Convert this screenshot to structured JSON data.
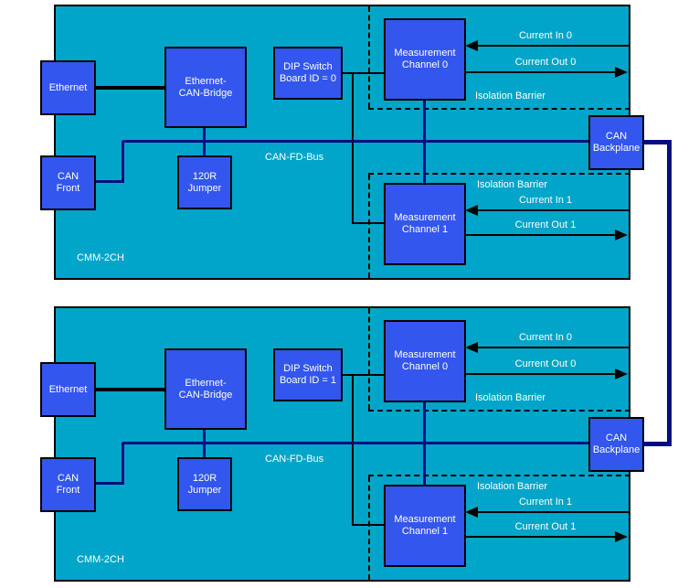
{
  "diagram_title": "CMM-2CH dual-module CAN measurement system block diagram",
  "palette": {
    "panel_bg": "#00A5C9",
    "box_bg": "#3356EE",
    "bus_color": "#000E80",
    "line_color": "#000000",
    "text_color": "#FFFFFF"
  },
  "backplane_link": {
    "description": "CAN Backplane to CAN Backplane inter-module bus"
  },
  "modules": [
    {
      "name_label": "CMM-2CH",
      "bus_label": "CAN-FD-Bus",
      "ethernet": {
        "label": "Ethernet"
      },
      "bridge": {
        "line1": "Ethernet-",
        "line2": "CAN-Bridge"
      },
      "dip_switch": {
        "line1": "DIP Switch",
        "line2": "Board ID = 0"
      },
      "can_front": {
        "line1": "CAN",
        "line2": "Front"
      },
      "jumper": {
        "line1": "120R",
        "line2": "Jumper"
      },
      "channel0": {
        "line1": "Measurement",
        "line2": "Channel 0"
      },
      "channel1": {
        "line1": "Measurement",
        "line2": "Channel 1"
      },
      "backplane": {
        "line1": "CAN",
        "line2": "Backplane"
      },
      "isolation_barrier_0": "Isolation Barrier",
      "isolation_barrier_1": "Isolation Barrier",
      "current_in_0": "Current In 0",
      "current_out_0": "Current Out 0",
      "current_in_1": "Current In 1",
      "current_out_1": "Current Out 1"
    },
    {
      "name_label": "CMM-2CH",
      "bus_label": "CAN-FD-Bus",
      "ethernet": {
        "label": "Ethernet"
      },
      "bridge": {
        "line1": "Ethernet-",
        "line2": "CAN-Bridge"
      },
      "dip_switch": {
        "line1": "DIP Switch",
        "line2": "Board ID = 1"
      },
      "can_front": {
        "line1": "CAN",
        "line2": "Front"
      },
      "jumper": {
        "line1": "120R",
        "line2": "Jumper"
      },
      "channel0": {
        "line1": "Measurement",
        "line2": "Channel 0"
      },
      "channel1": {
        "line1": "Measurement",
        "line2": "Channel 1"
      },
      "backplane": {
        "line1": "CAN",
        "line2": "Backplane"
      },
      "isolation_barrier_0": "Isolation Barrier",
      "isolation_barrier_1": "Isolation Barrier",
      "current_in_0": "Current In 0",
      "current_out_0": "Current Out 0",
      "current_in_1": "Current In 1",
      "current_out_1": "Current Out 1"
    }
  ]
}
